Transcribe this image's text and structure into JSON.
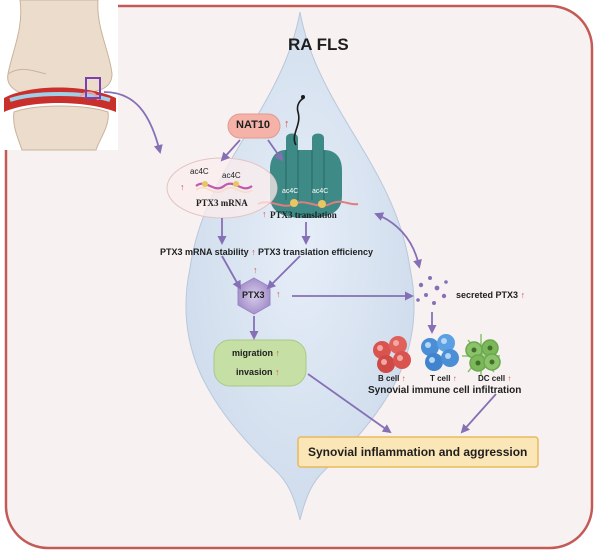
{
  "diagram": {
    "title": "RA FLS",
    "nat10": "NAT10",
    "ac4c_label": "ac4C",
    "ptx3_mrna": "PTX3 mRNA",
    "ptx3_translation": "PTX3 translation",
    "mrna_stability": "PTX3 mRNA stability",
    "translation_efficiency": "PTX3 translation efficiency",
    "ptx3": "PTX3",
    "migration": "migration",
    "invasion": "invasion",
    "secreted_ptx3": "secreted PTX3",
    "b_cell": "B cell",
    "t_cell": "T cell",
    "dc_cell": "DC cell",
    "infiltration": "Synovial immune cell infiltration",
    "outcome": "Synovial inflammation and aggression",
    "up_arrow_symbol": "↑"
  },
  "colors": {
    "frame_fill": "#f7f2f1",
    "frame_stroke": "#c45a56",
    "cell_fill": "#dce6f2",
    "arrow": "#8670b5",
    "nat10_fill": "#f4b2a8",
    "ribosome": "#3d8a87",
    "ptx3_fill": "#b7a4d6",
    "migration_fill": "#c5dfa5",
    "outcome_fill": "#fbe6b7",
    "outcome_stroke": "#e8b95c",
    "up_arrow": "#d4534a"
  }
}
